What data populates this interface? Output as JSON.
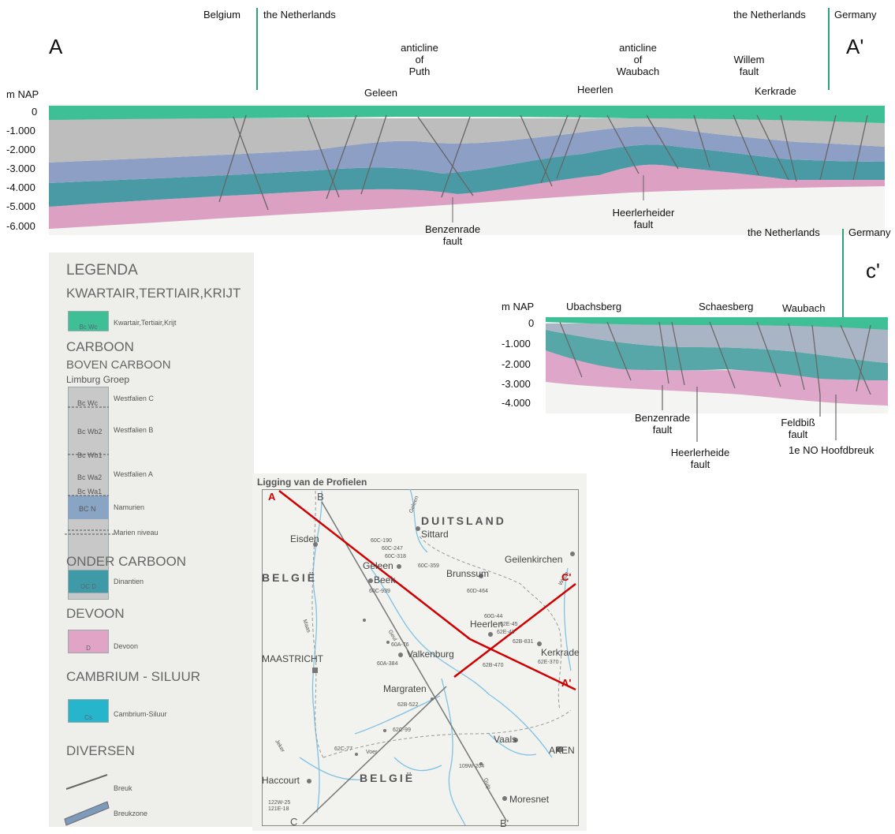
{
  "section_a": {
    "label_left": "A",
    "label_right": "A'",
    "country_belgium": "Belgium",
    "country_nl_left": "the Netherlands",
    "country_nl_right": "the Netherlands",
    "country_germany": "Germany",
    "axis_unit": "m NAP",
    "depth_ticks": [
      "0",
      "-1.000",
      "-2.000",
      "-3.000",
      "-4.000",
      "-5.000",
      "-6.000"
    ],
    "places": [
      "Geleen",
      "Heerlen",
      "Kerkrade"
    ],
    "anticline_puth": [
      "anticline",
      "of",
      "Puth"
    ],
    "anticline_waubach": [
      "anticline",
      "of",
      "Waubach"
    ],
    "willem_fault": [
      "Willem",
      "fault"
    ],
    "benzenrade_fault": [
      "Benzenrade",
      "fault"
    ],
    "heerlerheider_fault": [
      "Heerlerheider",
      "fault"
    ]
  },
  "section_c": {
    "label_right": "c'",
    "country_nl": "the Netherlands",
    "country_germany": "Germany",
    "axis_unit": "m NAP",
    "depth_ticks": [
      "0",
      "-1.000",
      "-2.000",
      "-3.000",
      "-4.000"
    ],
    "places": [
      "Ubachsberg",
      "Schaesberg",
      "Waubach"
    ],
    "benzenrade_fault": [
      "Benzenrade",
      "fault"
    ],
    "heerlerheide_fault": [
      "Heerlerheide",
      "fault"
    ],
    "feldbiss_fault": [
      "Feldbiß",
      "fault"
    ],
    "hoofdbreuk": "1e NO Hoofdbreuk"
  },
  "legend": {
    "title": "LEGENDA",
    "kwartair_heading": "KWARTAIR,TERTIAIR,KRIJT",
    "kwartair_code": "Bc Wc",
    "kwartair_text": "Kwartair,Tertiair,Krijt",
    "carboon": "CARBOON",
    "boven_carboon": "BOVEN CARBOON",
    "limburg_groep": "Limburg Groep",
    "units": [
      {
        "code": "Bc Wc",
        "name": "Westfalien C"
      },
      {
        "code": "Bc Wb2",
        "name": "Westfalien B"
      },
      {
        "code": "Bc Wb1",
        "name": ""
      },
      {
        "code": "Bc Wa2",
        "name": "Westfalien A"
      },
      {
        "code": "Bc Wa1",
        "name": ""
      },
      {
        "code": "BC N",
        "name": "Namurien"
      }
    ],
    "marien": "Marien niveau",
    "onder_carboon": "ONDER CARBOON",
    "dinantien_code": "OC D",
    "dinantien": "Dinantien",
    "devoon_heading": "DEVOON",
    "devoon_code": "D",
    "devoon": "Devoon",
    "cambrium_heading": "CAMBRIUM - SILUUR",
    "cambrium_code": "Cs",
    "cambrium": "Cambrium-Siluur",
    "diversen": "DIVERSEN",
    "breuk": "Breuk",
    "breukzone": "Breukzone",
    "colors": {
      "kwartair": "#3fbf95",
      "westfalien": "#c8c8c8",
      "namurien": "#8aa4c4",
      "dinantien": "#3f9aa8",
      "devoon": "#e2a4c6",
      "cambrium": "#27b5cc"
    }
  },
  "map": {
    "title": "Ligging van de Profielen",
    "duitsland": "DUITSLAND",
    "belgie_top": "BELGIË",
    "belgie_bottom": "BELGIË",
    "cities": [
      "Eisden",
      "Sittard",
      "Geleen",
      "Beek",
      "Brunssum",
      "Geilenkirchen",
      "Heerlen",
      "Kerkrade",
      "MAASTRICHT",
      "Valkenburg",
      "Margraten",
      "Vaals",
      "AKEN",
      "Haccourt",
      "Moresnet"
    ],
    "wells": [
      "60C-190",
      "60C-247",
      "60C-318",
      "60C-359",
      "60D-464",
      "60C-939",
      "60G-44",
      "62E-45",
      "62E-43",
      "62B-831",
      "62E-370",
      "62B-470",
      "60A-76",
      "60A-384",
      "62B-522",
      "62C-99",
      "62C-77",
      "109W-204",
      "122W-25",
      "121E-18"
    ],
    "rivers": [
      "Maas",
      "Geul",
      "Wurm",
      "Geleen",
      "Voer",
      "Jeker",
      "Gulp"
    ],
    "line_labels": [
      "A",
      "A'",
      "C'",
      "B",
      "B'",
      "C"
    ]
  }
}
